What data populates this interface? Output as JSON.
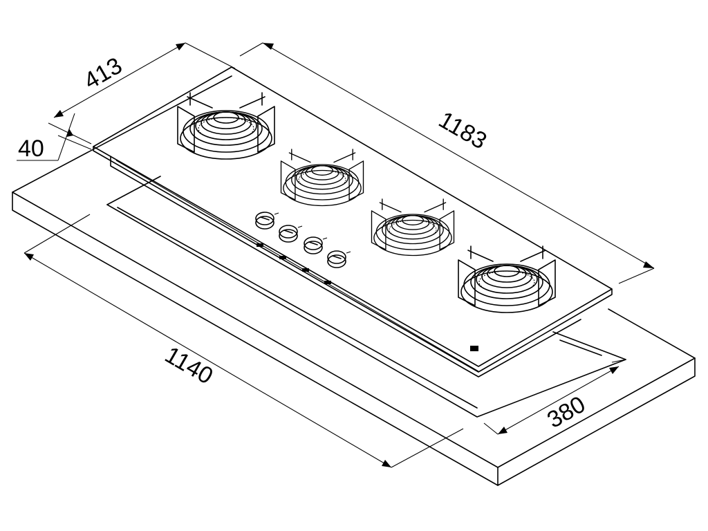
{
  "dimensions": {
    "depth_overall": "413",
    "height": "40",
    "width_overall": "1183",
    "cutout_width": "1140",
    "cutout_depth": "380"
  },
  "burners": [
    "burner",
    "burner",
    "burner",
    "burner"
  ],
  "knobs": [
    "knob",
    "knob",
    "knob",
    "knob"
  ]
}
